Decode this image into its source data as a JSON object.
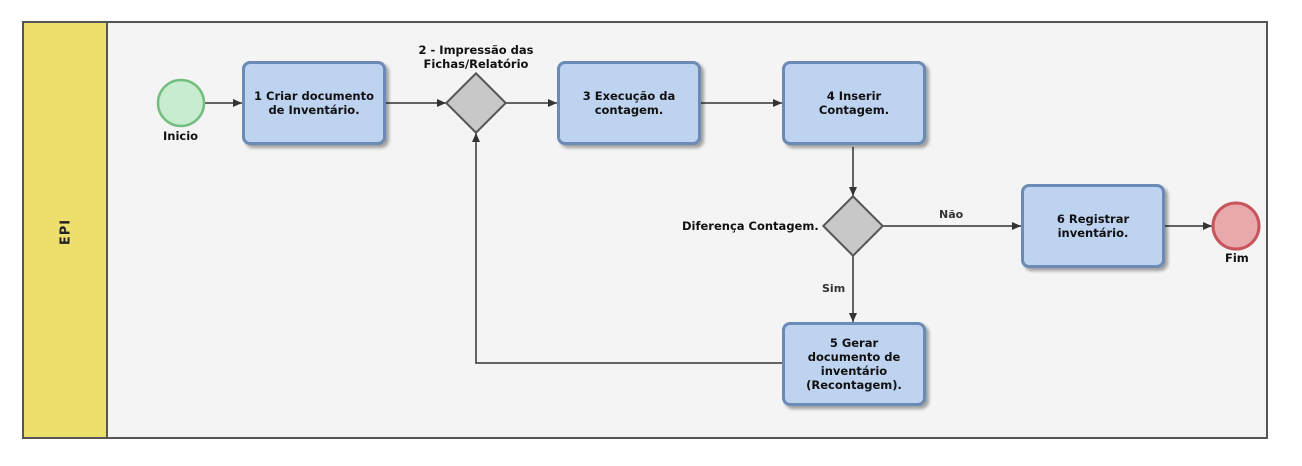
{
  "lane": {
    "label": "EPI",
    "color": "#ecdf6c"
  },
  "events": {
    "start": {
      "label": "Inicio",
      "color": "#c7ecd0"
    },
    "end": {
      "label": "Fim",
      "color": "#e8a9ac"
    }
  },
  "tasks": [
    {
      "id": "t1",
      "label": "1 Criar documento de Inventário."
    },
    {
      "id": "t3",
      "label": "3 Execução da contagem."
    },
    {
      "id": "t4",
      "label": "4 Inserir Contagem."
    },
    {
      "id": "t5",
      "label": "5 Gerar documento de inventário (Recontagem)."
    },
    {
      "id": "t6",
      "label": "6 Registrar inventário."
    }
  ],
  "gateways": {
    "g2": {
      "label": "2 - Impressão das Fichas/Relatório"
    },
    "g_diff": {
      "label": "Diferença Contagem."
    }
  },
  "flows": {
    "no_label": "Não",
    "yes_label": "Sim"
  }
}
